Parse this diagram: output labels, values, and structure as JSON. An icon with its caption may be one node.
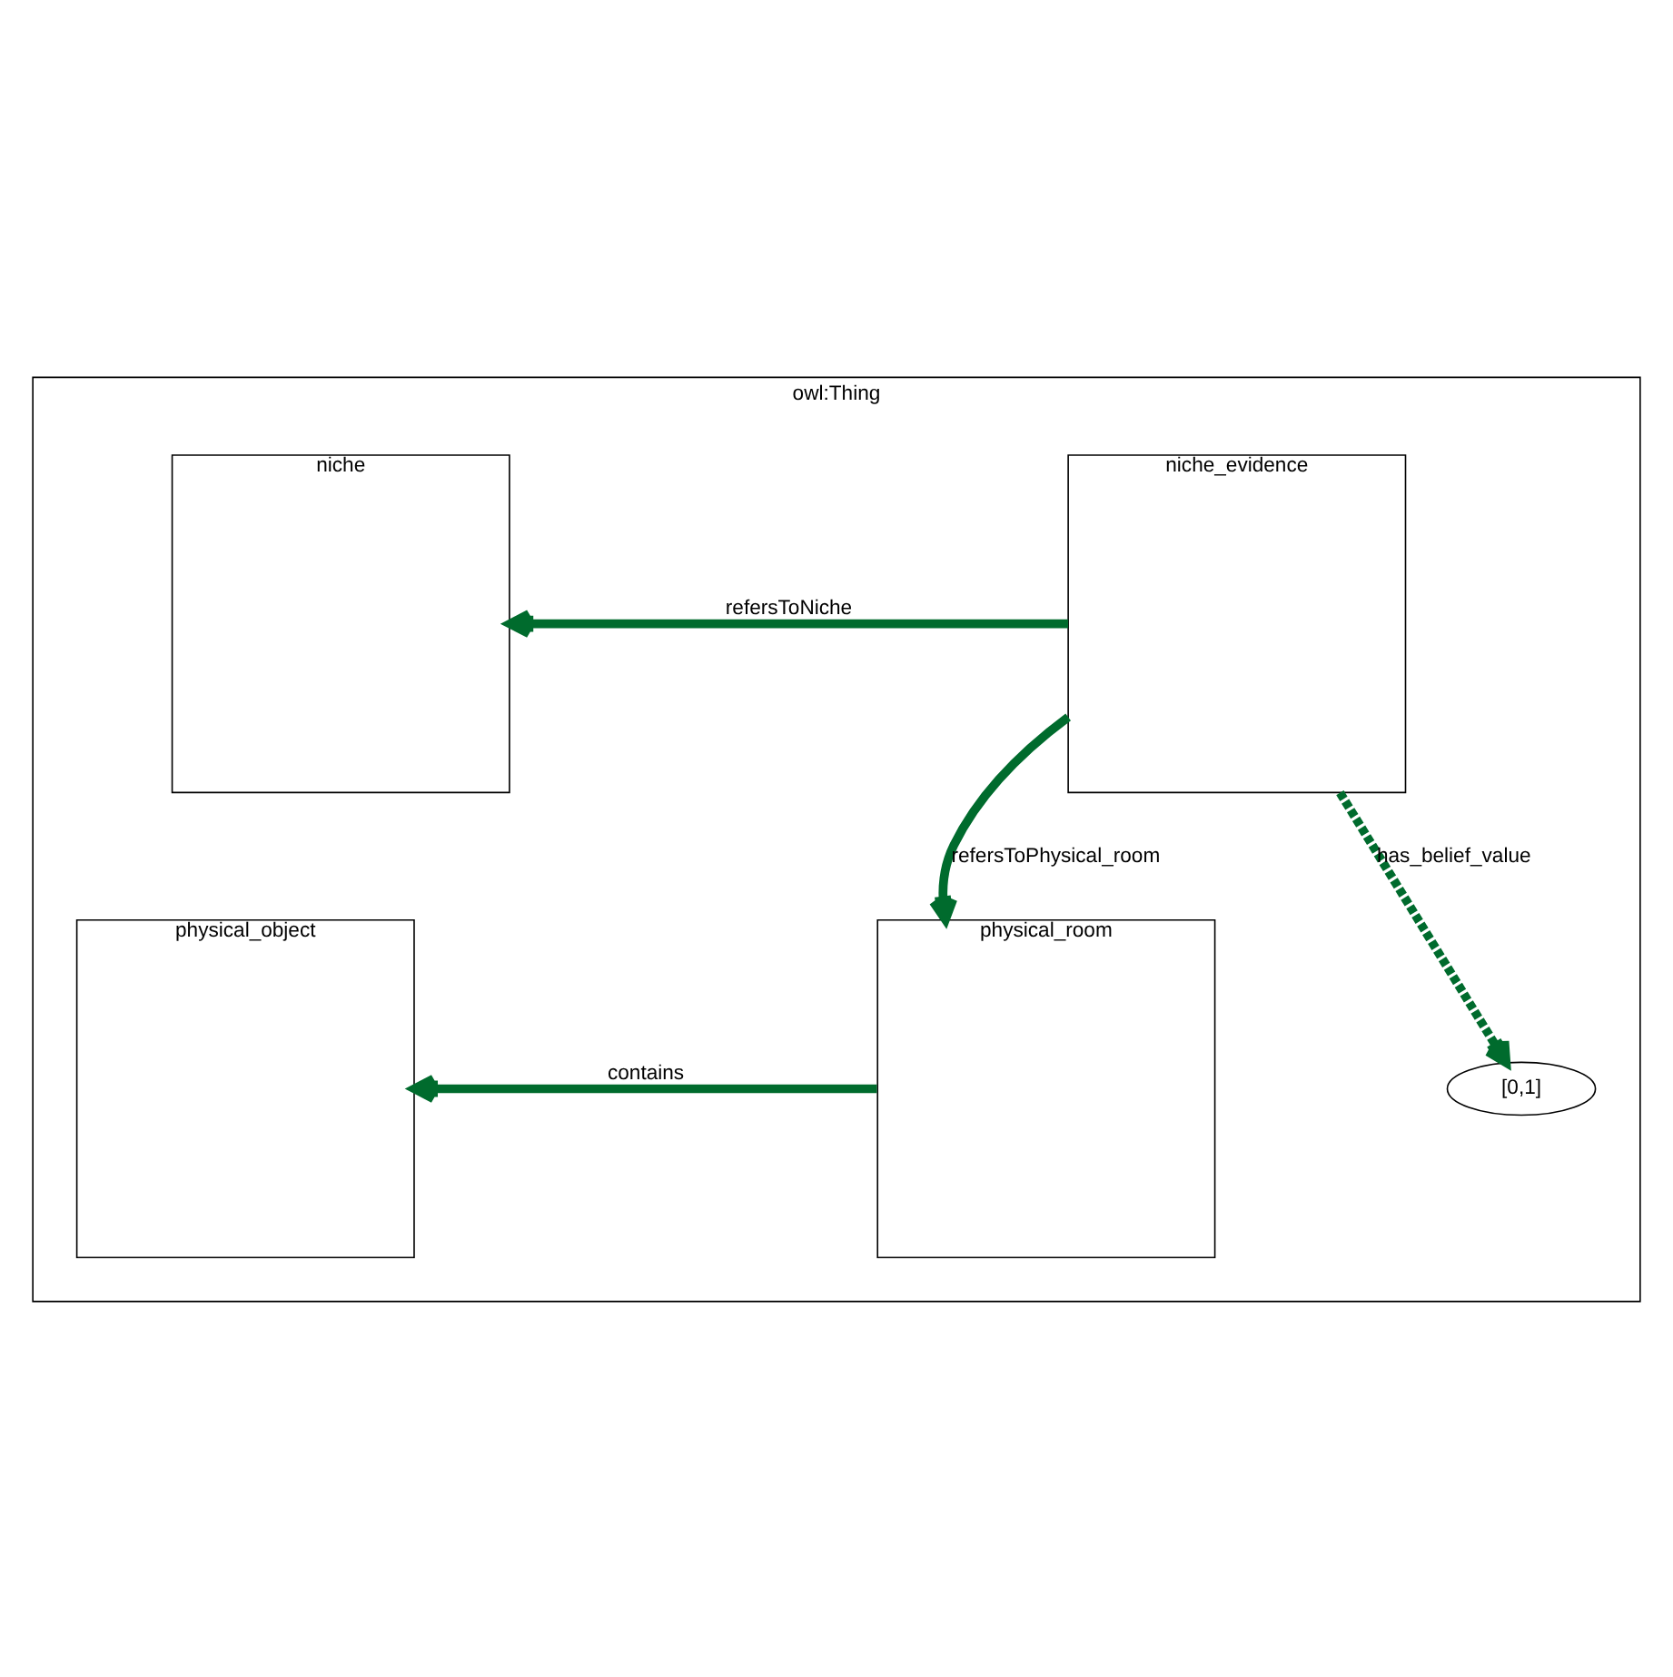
{
  "diagram": {
    "nodes": [
      {
        "text": [
          "owl:Thing"
        ]
      },
      {
        "text": [
          "niche_evidence"
        ],
        "in": 0
      },
      {
        "text": [
          "niche"
        ],
        "in": 0
      },
      {
        "text": [
          "physical_room"
        ],
        "in": 0
      },
      {
        "text": [
          "physical_object"
        ],
        "in": 0
      },
      {
        "text": [
          "[0,1]"
        ],
        "in": 0
      }
    ],
    "edges": [
      {
        "from": 1,
        "to": 2,
        "arrow": "to",
        "label": "refersToNiche"
      },
      {
        "from": 1,
        "to": 5,
        "arrow": "to",
        "label": "has_belief_value",
        "style": "dashed"
      },
      {
        "from": 1,
        "to": 3,
        "arrow": "to",
        "label": "refersToPhysical_room"
      },
      {
        "from": 3,
        "to": 4,
        "arrow": "to",
        "label": "contains"
      }
    ]
  }
}
